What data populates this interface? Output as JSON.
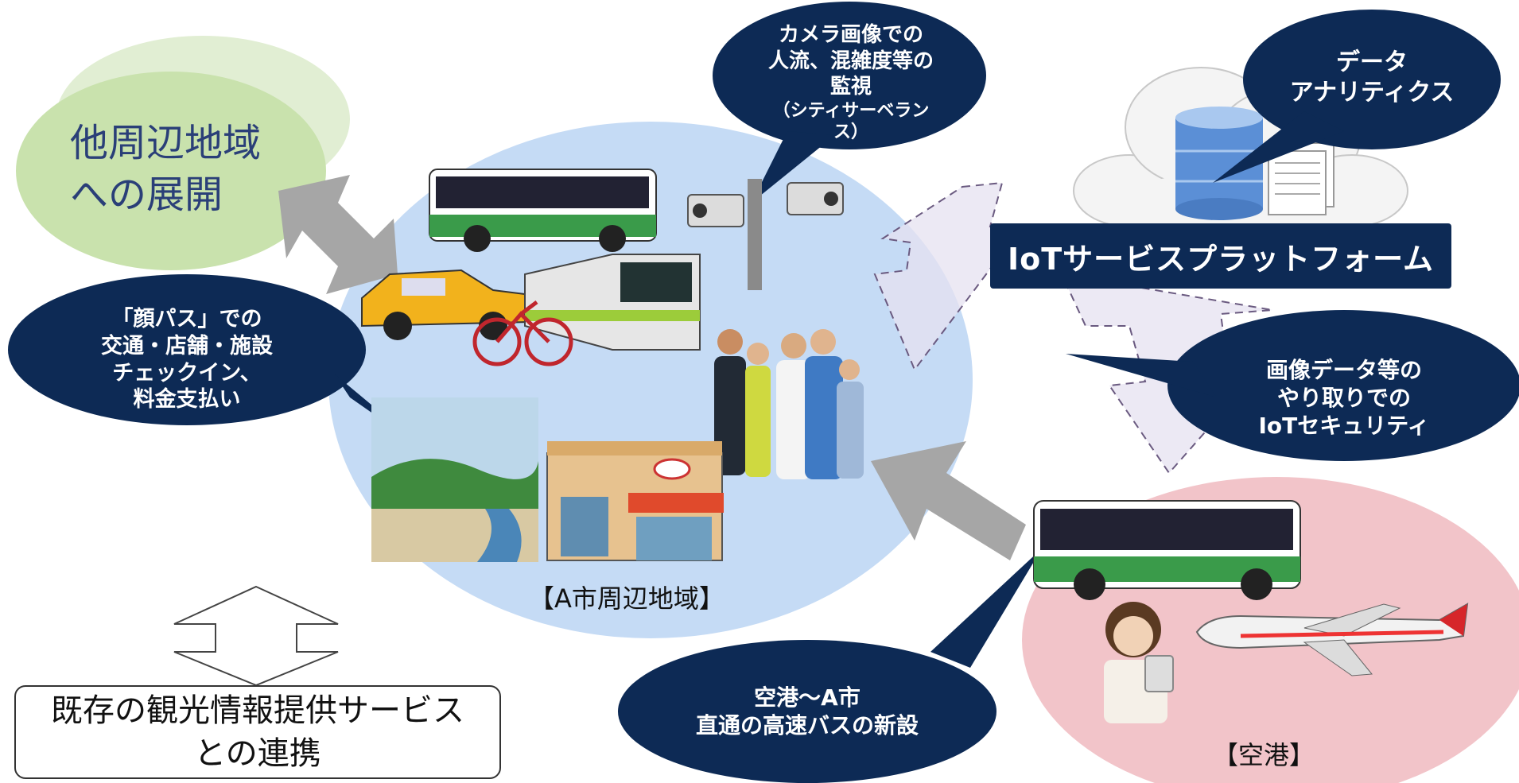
{
  "bubbles": {
    "camera": [
      "カメラ画像での",
      "人流、混雑度等の",
      "監視",
      "（シティサーベランス）"
    ],
    "analytics": [
      "データ",
      "アナリティクス"
    ],
    "face_pass": [
      "「顔パス」での",
      "交通・店舗・施設",
      "チェックイン、",
      "料金支払い"
    ],
    "security": [
      "画像データ等の",
      "やり取りでの",
      "IoTセキュリティ"
    ],
    "airport_bus": [
      "空港～A市",
      "直通の高速バスの新設"
    ]
  },
  "platform_label": "IoTサービスプラットフォーム",
  "expansion": [
    "他周辺地域",
    "への展開"
  ],
  "existing_service": [
    "既存の観光情報提供サービス",
    "との連携"
  ],
  "region_city": "【A市周辺地域】",
  "region_airport": "【空港】",
  "colors": {
    "navy": "#0d2a55",
    "city_circle": "#c5dbf5",
    "airport_circle": "#f2c4c9",
    "green_blob": "#c9e2ad",
    "gray_arrow": "#a6a6a6",
    "lavender_arrow": "#e6e1f0",
    "bus_green": "#3a9b4a"
  }
}
